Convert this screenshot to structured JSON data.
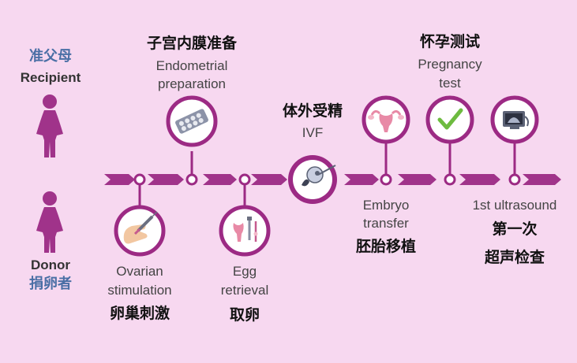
{
  "colors": {
    "background": "#f7d8f0",
    "primary": "#9c2a84",
    "arrow": "#a0338a",
    "figure": "#a0338a",
    "circle_fill": "#ffffff",
    "check": "#6dbb3f",
    "text_cn": "#111111",
    "text_en": "#444444",
    "role_cn": "#4a6fa5"
  },
  "roles": {
    "recipient": {
      "cn": "准父母",
      "en": "Recipient",
      "icon": "woman-figure-icon"
    },
    "donor": {
      "cn": "捐卵者",
      "en": "Donor",
      "icon": "woman-figure-icon"
    }
  },
  "steps": [
    {
      "id": "endometrial",
      "cn": "子宫内膜准备",
      "en1": "Endometrial",
      "en2": "preparation",
      "icon": "pill-blister-icon",
      "side": "top"
    },
    {
      "id": "ivf",
      "cn": "体外受精",
      "en1": "IVF",
      "icon": "microinjection-icon",
      "side": "center"
    },
    {
      "id": "transfer",
      "cn": "胚胎移植",
      "en1": "Embryo",
      "en2": "transfer",
      "icon": "uterus-icon",
      "side": "top"
    },
    {
      "id": "pregnancy",
      "cn": "怀孕测试",
      "en1": "Pregnancy",
      "en2": "test",
      "icon": "checkmark-icon",
      "side": "top"
    },
    {
      "id": "ultrasound",
      "cn1": "第一次",
      "cn2": "超声检查",
      "en1": "1st ultrasound",
      "icon": "ultrasound-monitor-icon",
      "side": "top"
    },
    {
      "id": "stimulation",
      "cn": "卵巢刺激",
      "en1": "Ovarian",
      "en2": "stimulation",
      "icon": "syringe-hand-icon",
      "side": "bottom"
    },
    {
      "id": "retrieval",
      "cn": "取卵",
      "en1": "Egg",
      "en2": "retrieval",
      "icon": "egg-retrieval-icon",
      "side": "bottom"
    }
  ]
}
